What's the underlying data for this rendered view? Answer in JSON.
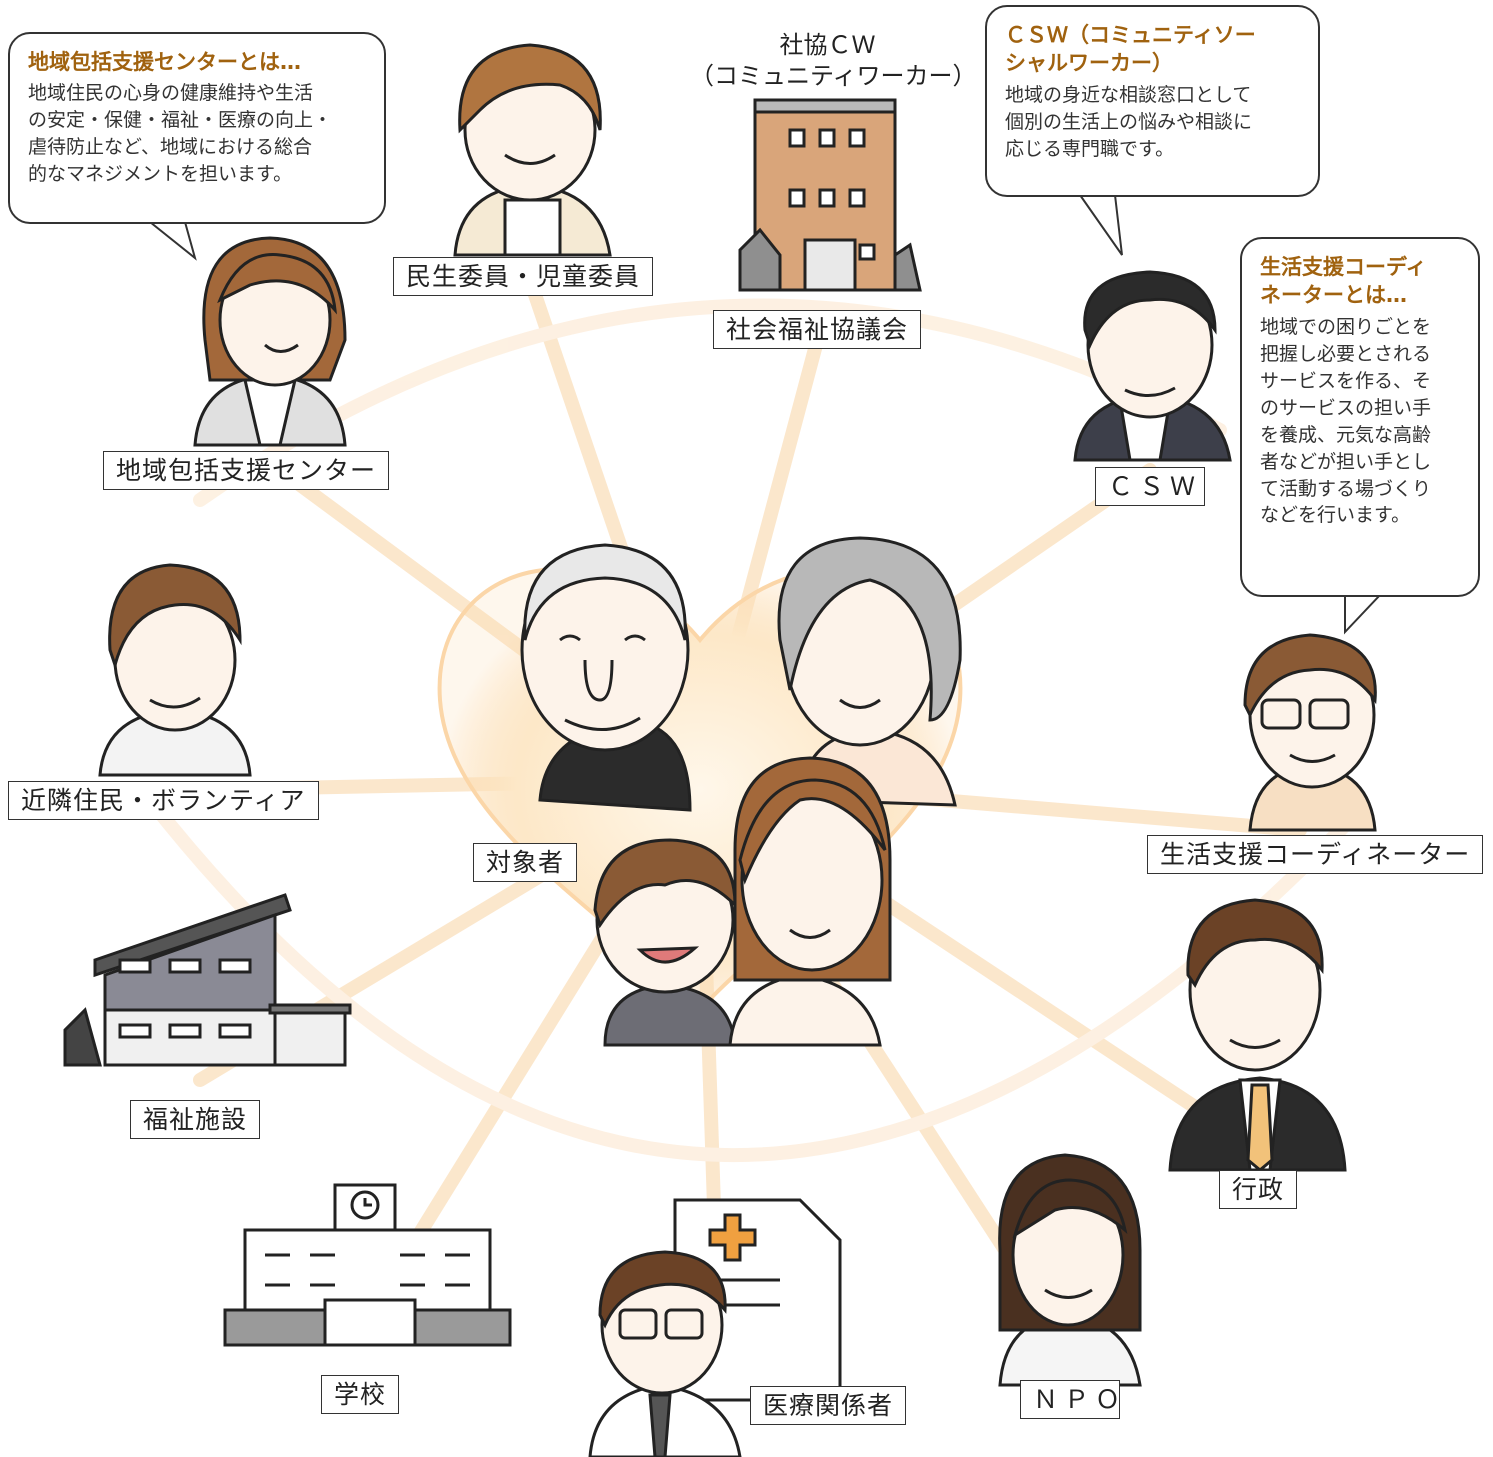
{
  "labels": {
    "center": "対象者",
    "minsei": "民生委員・児童委員",
    "shakyo": "社会福祉協議会",
    "chiiki": "地域包括支援センター",
    "csw": "ＣＳＷ",
    "kinrin": "近隣住民・ボランティア",
    "seikatsu": "生活支援コーディネーター",
    "fukushi": "福祉施設",
    "gyosei": "行政",
    "gakko": "学校",
    "iryo": "医療関係者",
    "npo": "ＮＰＯ"
  },
  "shakyo_caption": {
    "line1": "社協ＣＷ",
    "line2": "（コミュニティワーカー）"
  },
  "bubbles": {
    "chiiki": {
      "title": "地域包括支援センターとは…",
      "body": [
        "地域住民の心身の健康維持や生活",
        "の安定・保健・福祉・医療の向上・",
        "虐待防止など、地域における総合",
        "的なマネジメントを担います。"
      ]
    },
    "csw": {
      "title_lines": [
        "ＣＳＷ（コミュニティソー",
        "シャルワーカー）"
      ],
      "body": [
        "地域の身近な相談窓口として",
        "個別の生活上の悩みや相談に",
        "応じる専門職です。"
      ]
    },
    "seikatsu": {
      "title_lines": [
        "生活支援コーディ",
        "ネーターとは…"
      ],
      "body": [
        "地域での困りごとを",
        "把握し必要とされる",
        "サービスを作る、そ",
        "のサービスの担い手",
        "を養成、元気な高齢",
        "者などが担い手とし",
        "て活動する場づくり",
        "などを行います。"
      ]
    }
  },
  "colors": {
    "accent_title": "#a0620f",
    "glow": "#f7c98a",
    "hair": "#8a5a35",
    "skin": "#fbe7d6"
  }
}
